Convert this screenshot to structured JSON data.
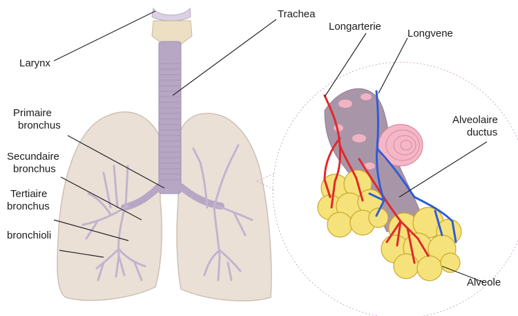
{
  "labels": {
    "larynx": "Larynx",
    "trachea": "Trachea",
    "primary_bronchus_1": "Primaire",
    "primary_bronchus_2": "bronchus",
    "secondary_bronchus_1": "Secundaire",
    "secondary_bronchus_2": "bronchus",
    "tertiary_bronchus_1": "Tertiaire",
    "tertiary_bronchus_2": "bronchus",
    "bronchioles": "bronchioli",
    "pulmonary_artery": "Longarterie",
    "pulmonary_vein": "Longvene",
    "alveolar_duct_1": "Alveolaire",
    "alveolar_duct_2": "ductus",
    "alveolus": "Alveole"
  },
  "colors": {
    "lung": "#ebe0d6",
    "lung_outline": "#cbbfb3",
    "trachea": "#b7a7c4",
    "artery": "#e0282c",
    "vein": "#2e5cd6",
    "alveolus": "#f6e27a",
    "duct": "#a995a8",
    "pink": "#f1b3c3"
  }
}
